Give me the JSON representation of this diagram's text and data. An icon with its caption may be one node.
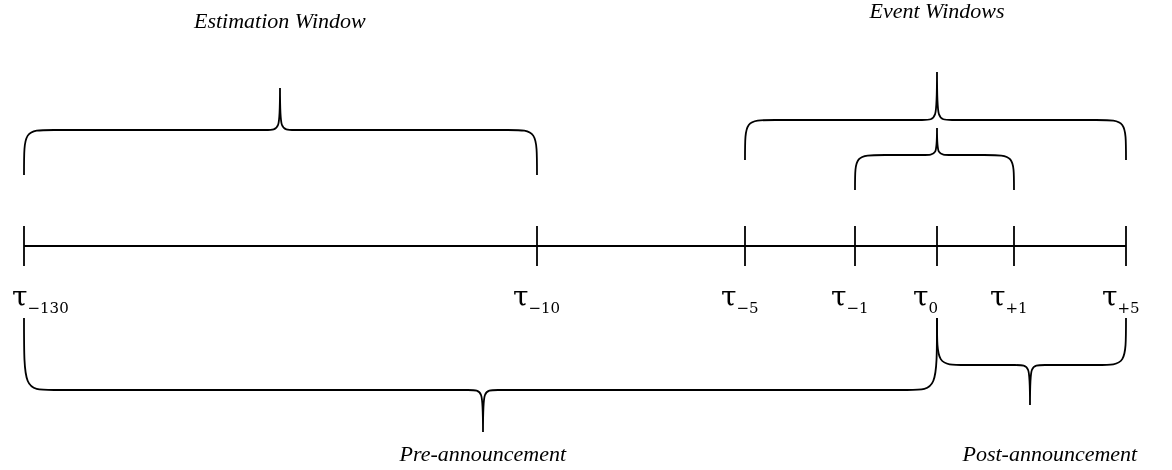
{
  "diagram": {
    "labels": [
      "Estimation Window",
      "Event Windows",
      "τ$_{−130}$",
      "τ$_{−10}$",
      "τ$_{−5}$",
      "τ$_{−1}$",
      "τ$_{0}$",
      "τ$_{+1}$",
      "τ$_{+5}$",
      "Pre-announcement",
      "Post-announcement"
    ]
  }
}
